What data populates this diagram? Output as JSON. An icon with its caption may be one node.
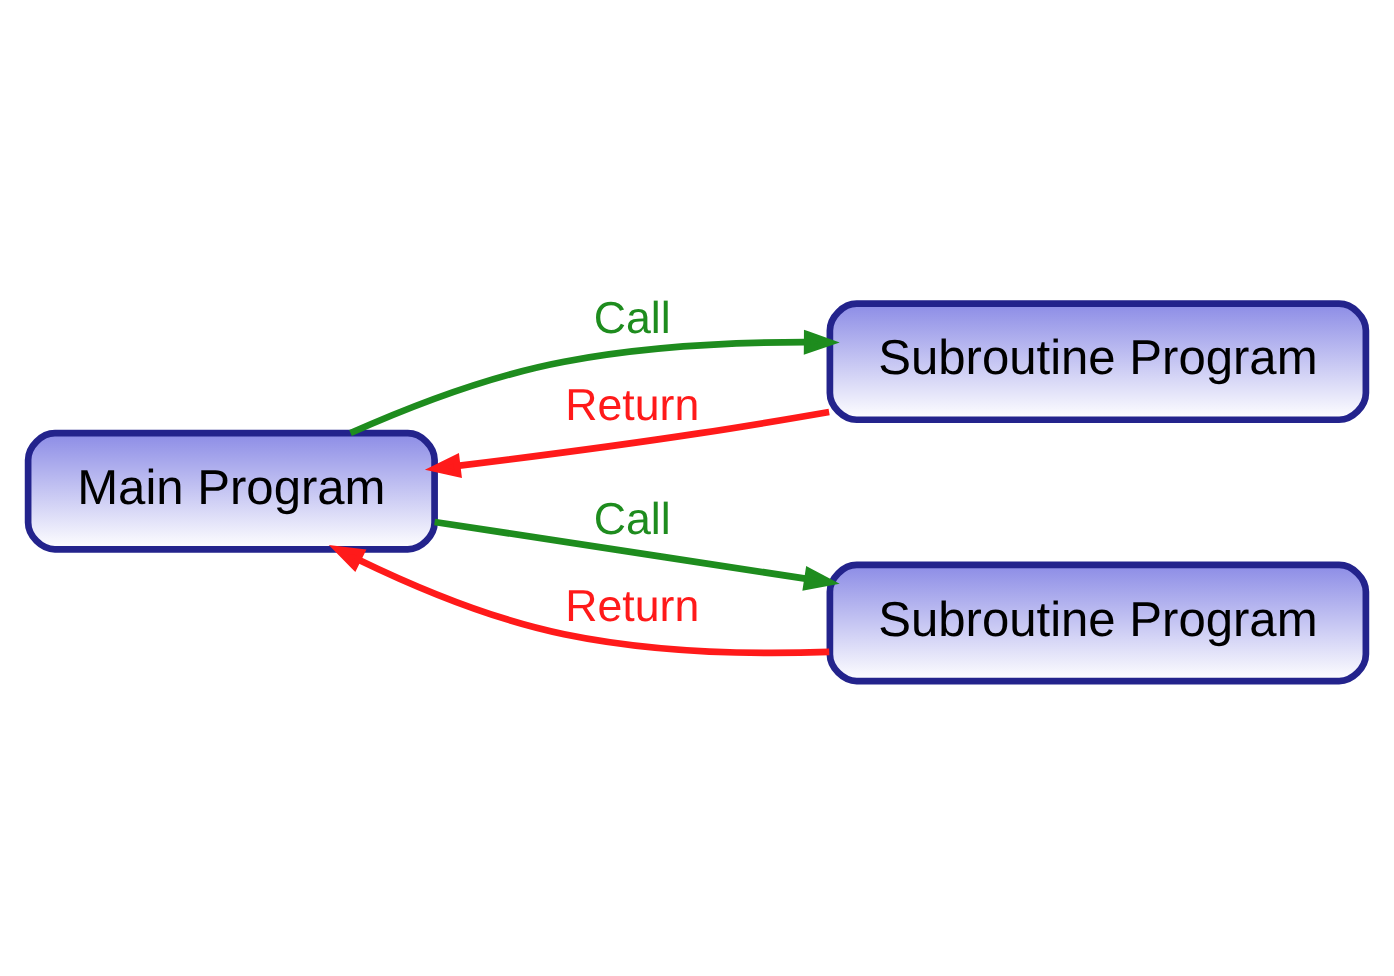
{
  "diagram": {
    "nodes": [
      {
        "text": [
          "Main Program"
        ]
      },
      {
        "text": [
          "Subroutine Program"
        ]
      },
      {
        "text": [
          "Subroutine Program"
        ]
      }
    ],
    "edges": [
      {
        "from": 0,
        "to": 1,
        "arrow": "to",
        "label": "Call",
        "color": "#1e8c1e"
      },
      {
        "from": 1,
        "to": 0,
        "arrow": "to",
        "label": "Return",
        "color": "#ff1a1a"
      },
      {
        "from": 0,
        "to": 2,
        "arrow": "to",
        "label": "Call",
        "color": "#1e8c1e"
      },
      {
        "from": 2,
        "to": 0,
        "arrow": "to",
        "label": "Return",
        "color": "#ff1a1a"
      }
    ]
  }
}
